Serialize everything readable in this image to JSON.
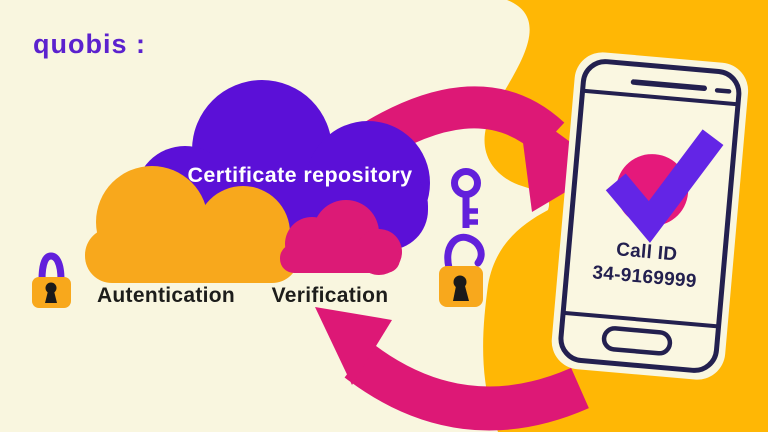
{
  "brand": {
    "logo": "quobis :",
    "logo_color": "#5B21CE"
  },
  "illustration": {
    "clouds": {
      "repository": {
        "label": "Certificate repository",
        "color": "#5B10D7",
        "text_color": "#FFFFFF"
      },
      "authentication": {
        "label": "Autentication",
        "color": "#F8A81C",
        "text_color": "#1D1D1B"
      },
      "verification": {
        "label": "Verification",
        "color": "#DC1A76",
        "text_color": "#1D1D1B"
      }
    },
    "phone": {
      "call_id_line1": "Call ID",
      "call_id_line2": "34-9169999",
      "check_circle_color": "#E5197B",
      "checkmark_color": "#6325E6",
      "outline_color": "#23204F"
    },
    "icons": {
      "key": "key-icon",
      "open_padlock": "open-padlock-icon",
      "closed_padlock": "closed-padlock-icon",
      "checkmark": "checkmark-icon"
    },
    "flow": {
      "arrow_to_phone": "certificate repository to phone",
      "arrow_from_phone": "phone back to verification",
      "arrow_color": "#DD1876"
    },
    "colors": {
      "background": "#F9F6DF",
      "accent_orange_blob": "#FFB705",
      "accent_orange_shapes": "#F8A81C",
      "accent_purple": "#5B10D7",
      "accent_pink": "#DD1876",
      "outline_navy": "#23204F",
      "label_black": "#1D1D1B"
    }
  }
}
